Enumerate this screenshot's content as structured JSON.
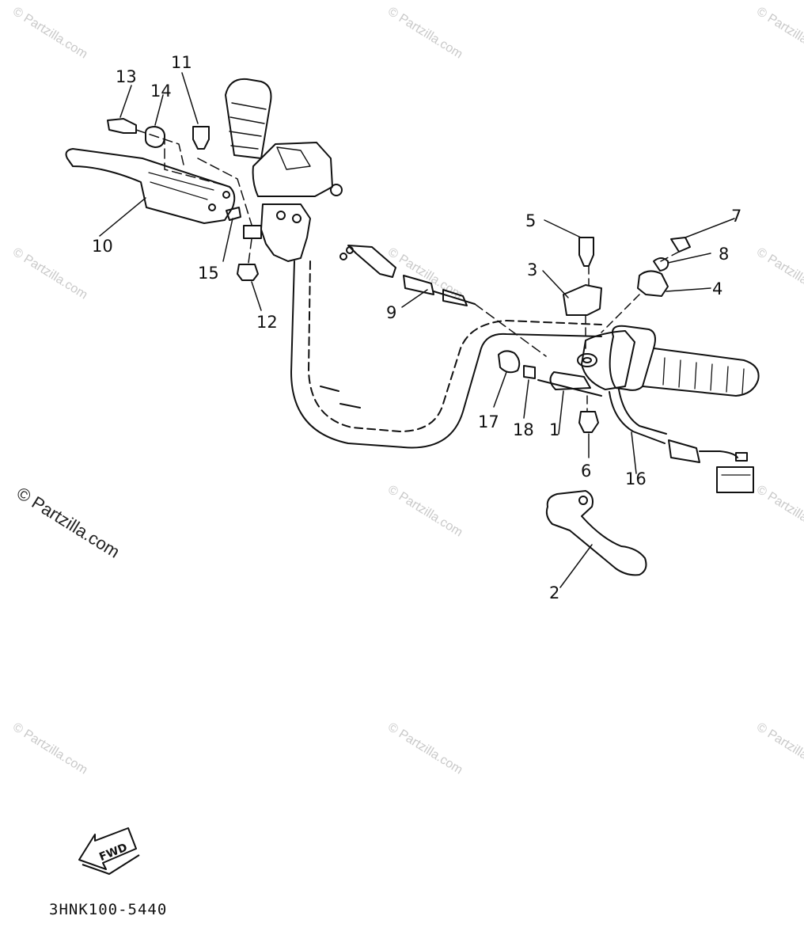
{
  "watermark": {
    "text": "© Partzilla.com",
    "large_text": "© Partzilla.com"
  },
  "callouts": [
    "1",
    "2",
    "3",
    "4",
    "5",
    "6",
    "7",
    "8",
    "9",
    "10",
    "11",
    "12",
    "13",
    "14",
    "15",
    "16",
    "17",
    "18"
  ],
  "fwd_label": "FWD",
  "part_code": "3HNK100-5440",
  "colors": {
    "ink": "#111111",
    "watermark": "#c9c9c9"
  }
}
